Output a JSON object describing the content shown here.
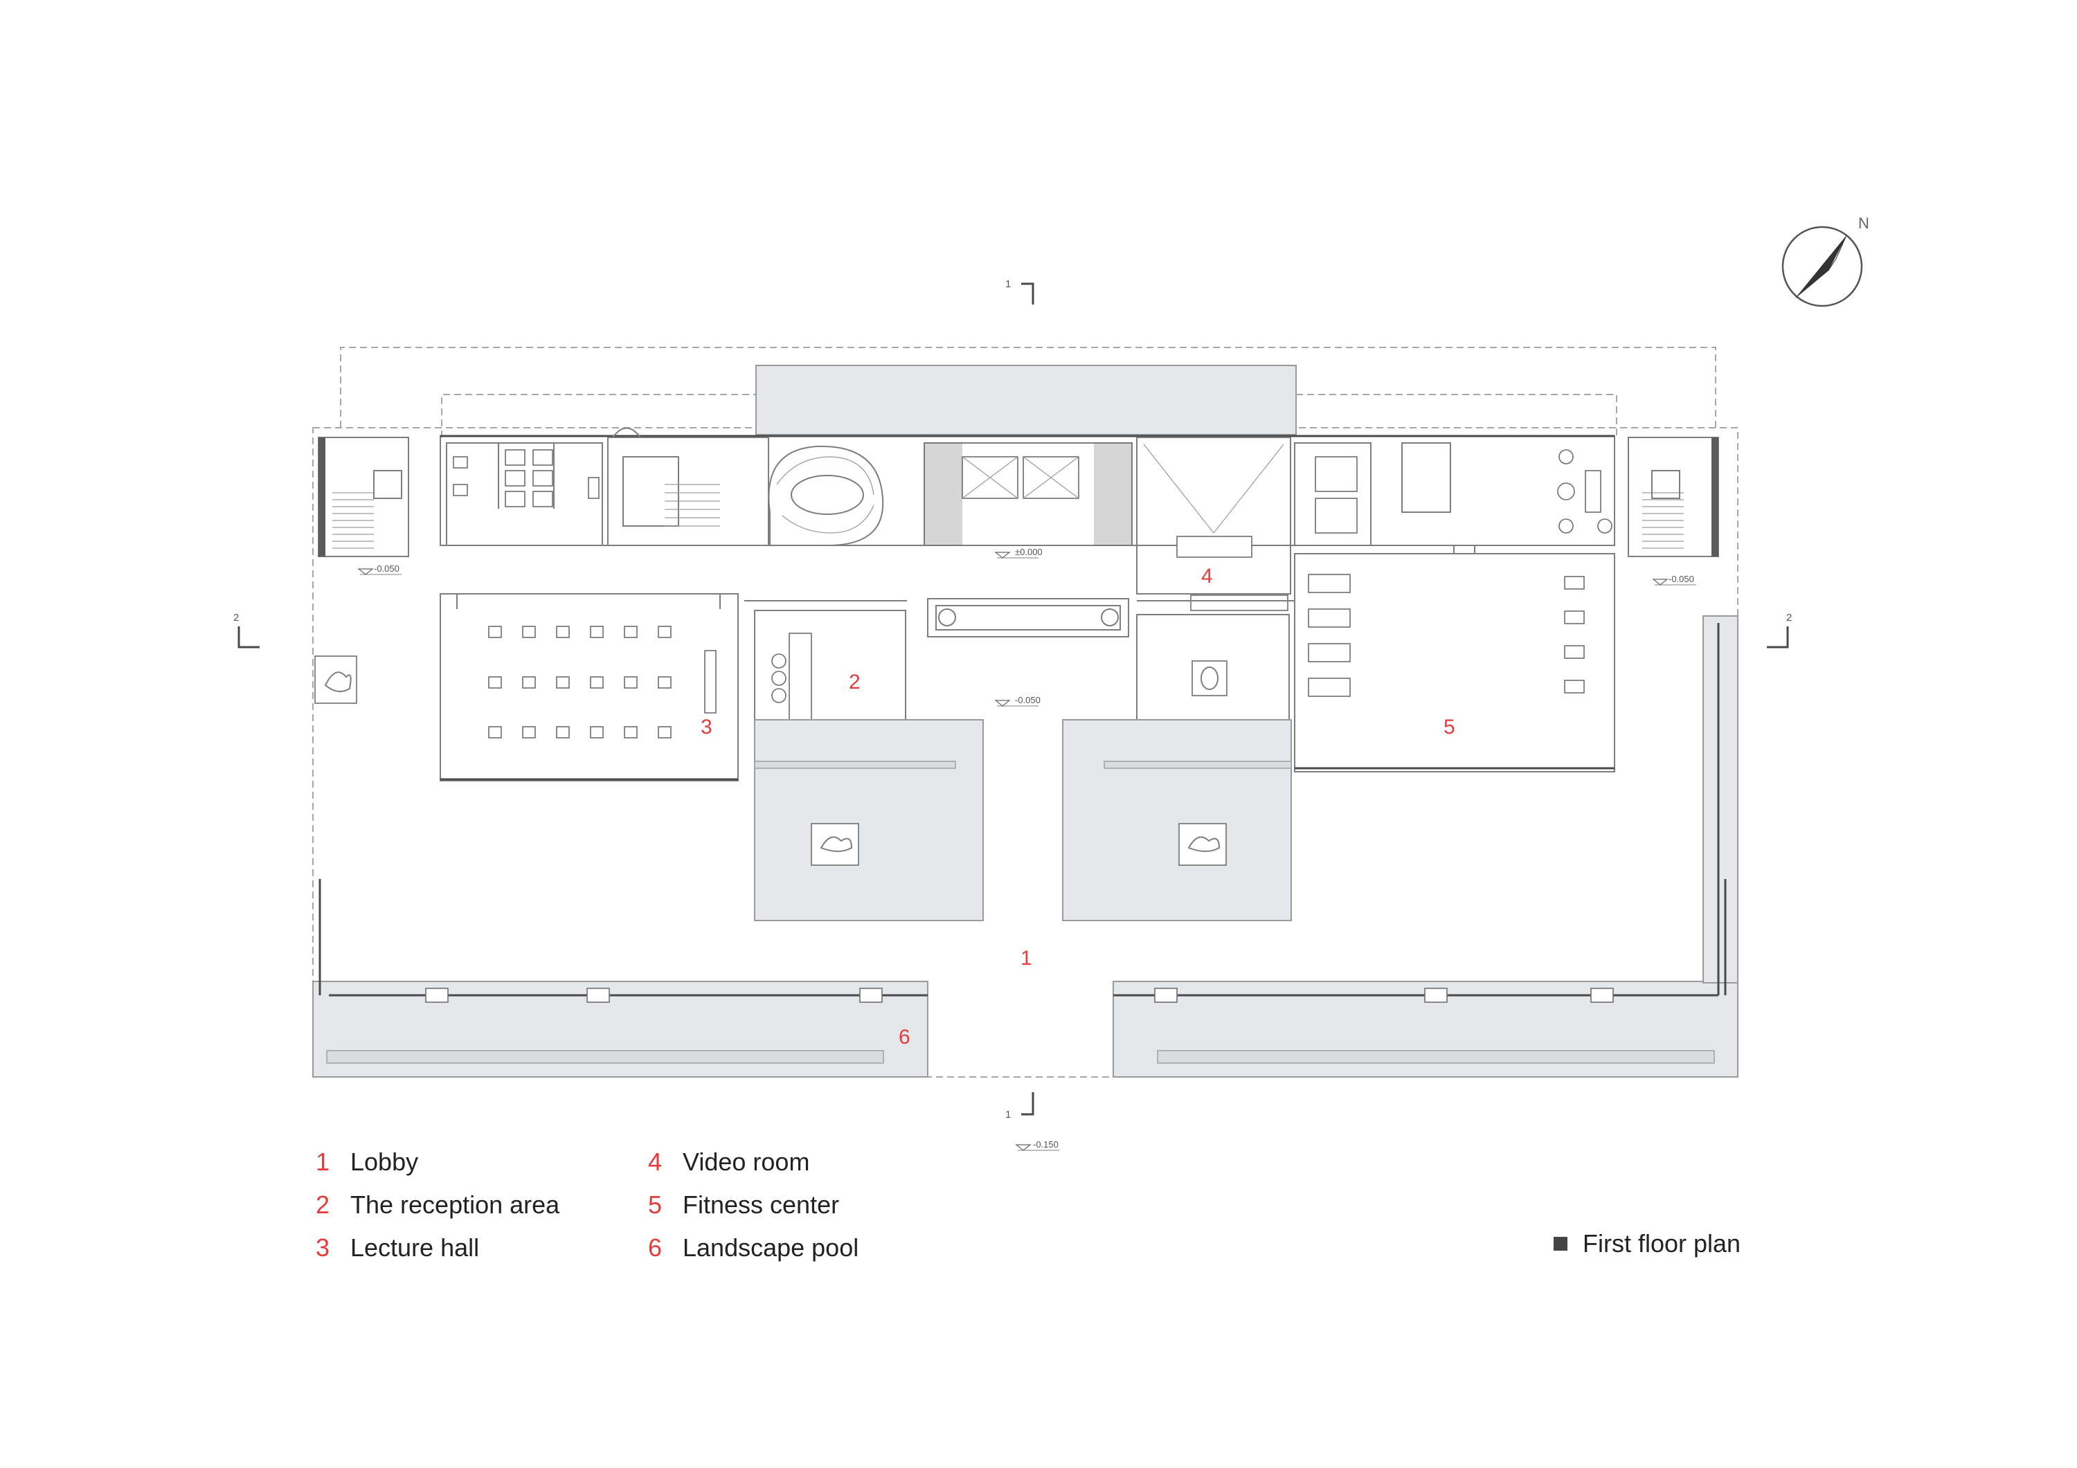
{
  "compass": {
    "north_label": "N"
  },
  "section_marks": {
    "top": "1",
    "bottom": "1",
    "left": "2",
    "right": "2"
  },
  "levels": {
    "west_entry": "-0.050",
    "east_entry": "-0.050",
    "core": "±0.000",
    "center": "-0.050",
    "bottom": "-0.150"
  },
  "room_numbers": {
    "lobby": "1",
    "reception": "2",
    "lecture": "3",
    "video": "4",
    "fitness": "5",
    "pool": "6"
  },
  "legend": [
    {
      "num": "1",
      "label": "Lobby"
    },
    {
      "num": "2",
      "label": "The reception area"
    },
    {
      "num": "3",
      "label": "Lecture hall"
    },
    {
      "num": "4",
      "label": "Video room"
    },
    {
      "num": "5",
      "label": "Fitness center"
    },
    {
      "num": "6",
      "label": "Landscape pool"
    }
  ],
  "plan_title": "First floor plan",
  "colors": {
    "accent": "#e63b3b",
    "pool": "#e4e8ea",
    "line": "#7d7d7d"
  },
  "icons": {
    "compass": "north-arrow-icon",
    "title_marker": "square-bullet-icon"
  }
}
